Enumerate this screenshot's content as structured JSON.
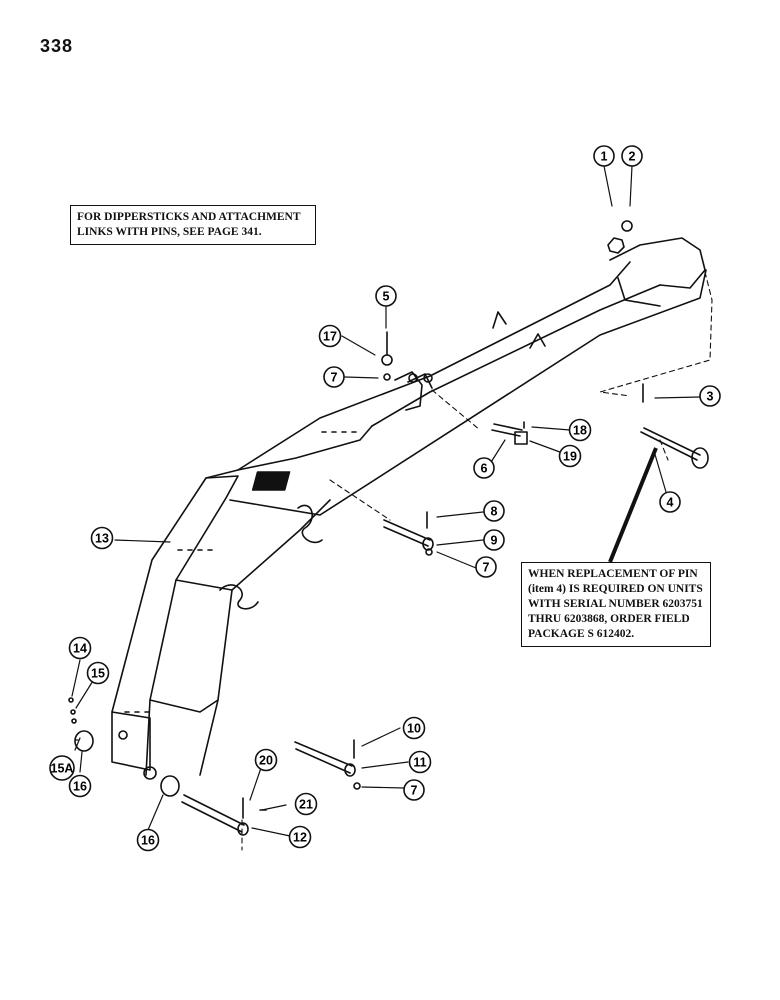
{
  "page_number": "338",
  "notes": {
    "top": [
      "FOR DIPPERSTICKS AND ATTACHMENT",
      "LINKS WITH PINS, SEE PAGE 341."
    ],
    "pin": [
      "WHEN REPLACEMENT OF PIN",
      "(item 4) IS REQUIRED ON UNITS",
      "WITH SERIAL NUMBER 6203751",
      "THRU 6203868, ORDER FIELD",
      "PACKAGE S 612402."
    ]
  },
  "callouts": [
    "1",
    "2",
    "3",
    "4",
    "5",
    "6",
    "7",
    "7",
    "7",
    "7",
    "8",
    "9",
    "10",
    "11",
    "12",
    "13",
    "14",
    "15",
    "15A",
    "16",
    "16",
    "17",
    "18",
    "19",
    "20",
    "21"
  ]
}
